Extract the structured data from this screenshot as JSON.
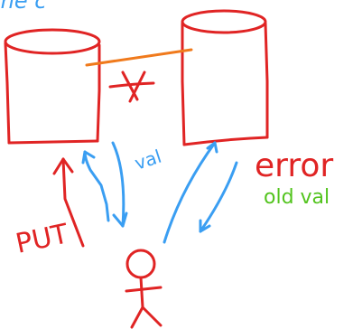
{
  "partial_top_label": "one c",
  "arrow_label_val": "val",
  "arrow_label_put": "PUT",
  "status_error": "error",
  "status_old_val": "old val",
  "colors": {
    "red": "#e02424",
    "blue": "#3a9ef2",
    "orange": "#f07a1c",
    "green": "#53c41e"
  },
  "icons": {
    "partition_mark": "x-mark",
    "client": "stick-figure"
  }
}
